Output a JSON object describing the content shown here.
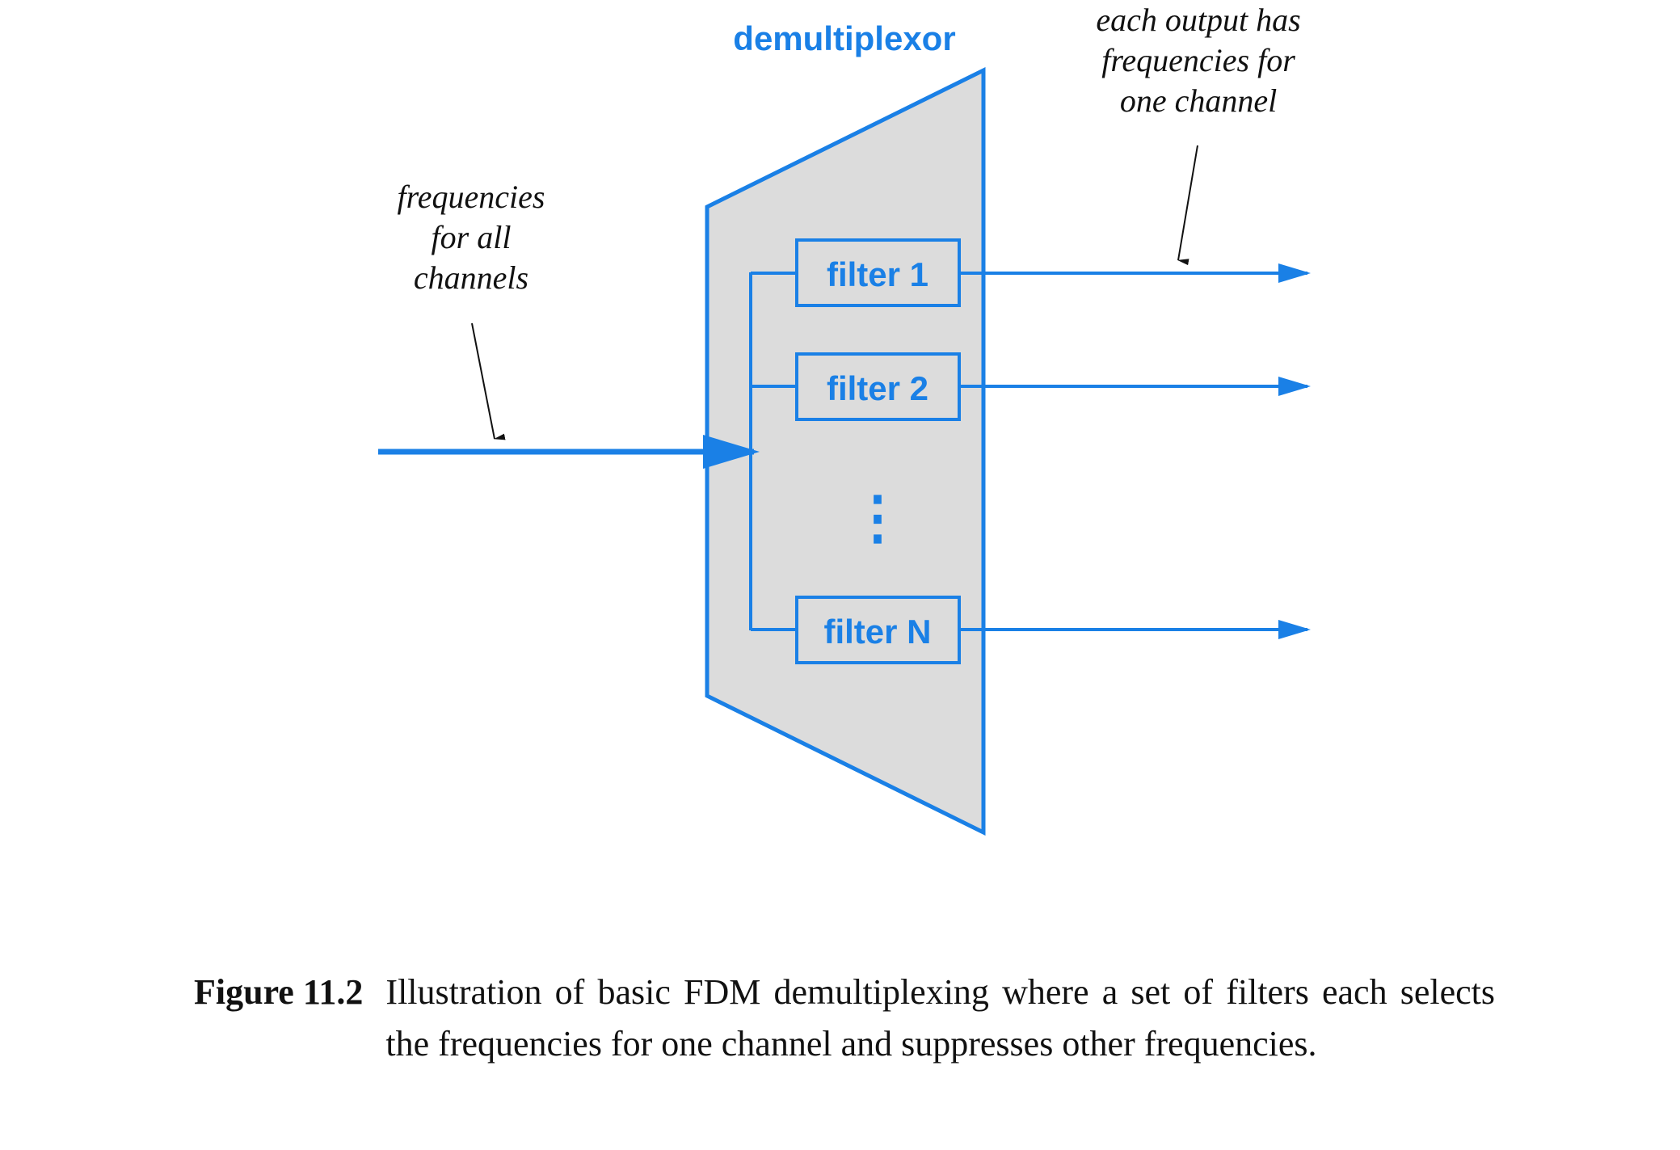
{
  "diagram": {
    "colors": {
      "accent": "#1a80e6",
      "fill": "#dcdcdc",
      "text": "#111111"
    },
    "demux_label": "demultiplexor",
    "input_note": [
      "frequencies",
      "for all",
      "channels"
    ],
    "output_note": [
      "each output has",
      "frequencies for",
      "one channel"
    ],
    "filters": [
      "filter 1",
      "filter 2",
      "filter N"
    ],
    "ellipsis": "⋮"
  },
  "caption": {
    "label": "Figure 11.2",
    "text": "Illustration of basic FDM demultiplexing where a set of filters each selects the frequencies for one channel and suppresses other frequencies."
  }
}
